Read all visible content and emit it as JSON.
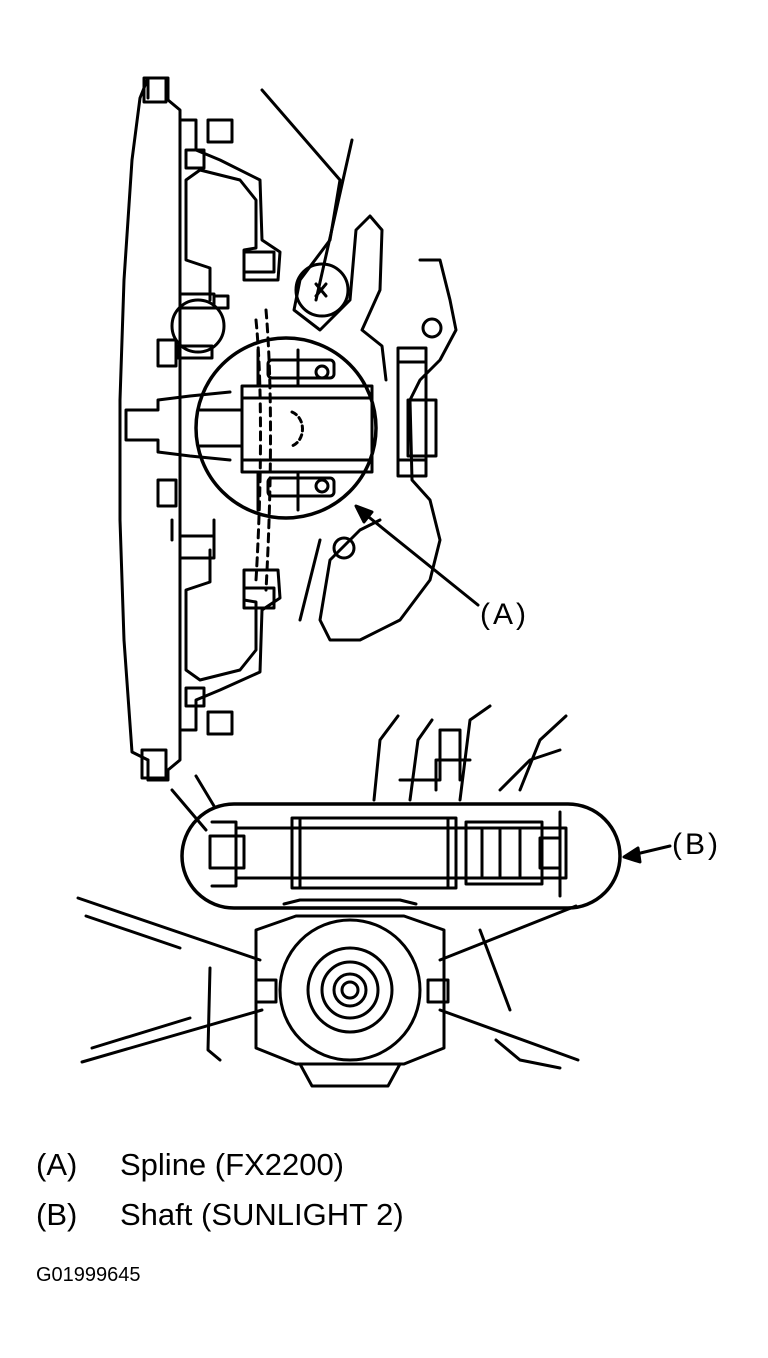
{
  "figure": {
    "callouts": [
      {
        "id": "A",
        "label": "(A)"
      },
      {
        "id": "B",
        "label": "(B)"
      }
    ]
  },
  "legend": [
    {
      "key": "(A)",
      "text": "Spline (FX2200)"
    },
    {
      "key": "(B)",
      "text": "Shaft (SUNLIGHT 2)"
    }
  ],
  "figure_id": "G01999645"
}
